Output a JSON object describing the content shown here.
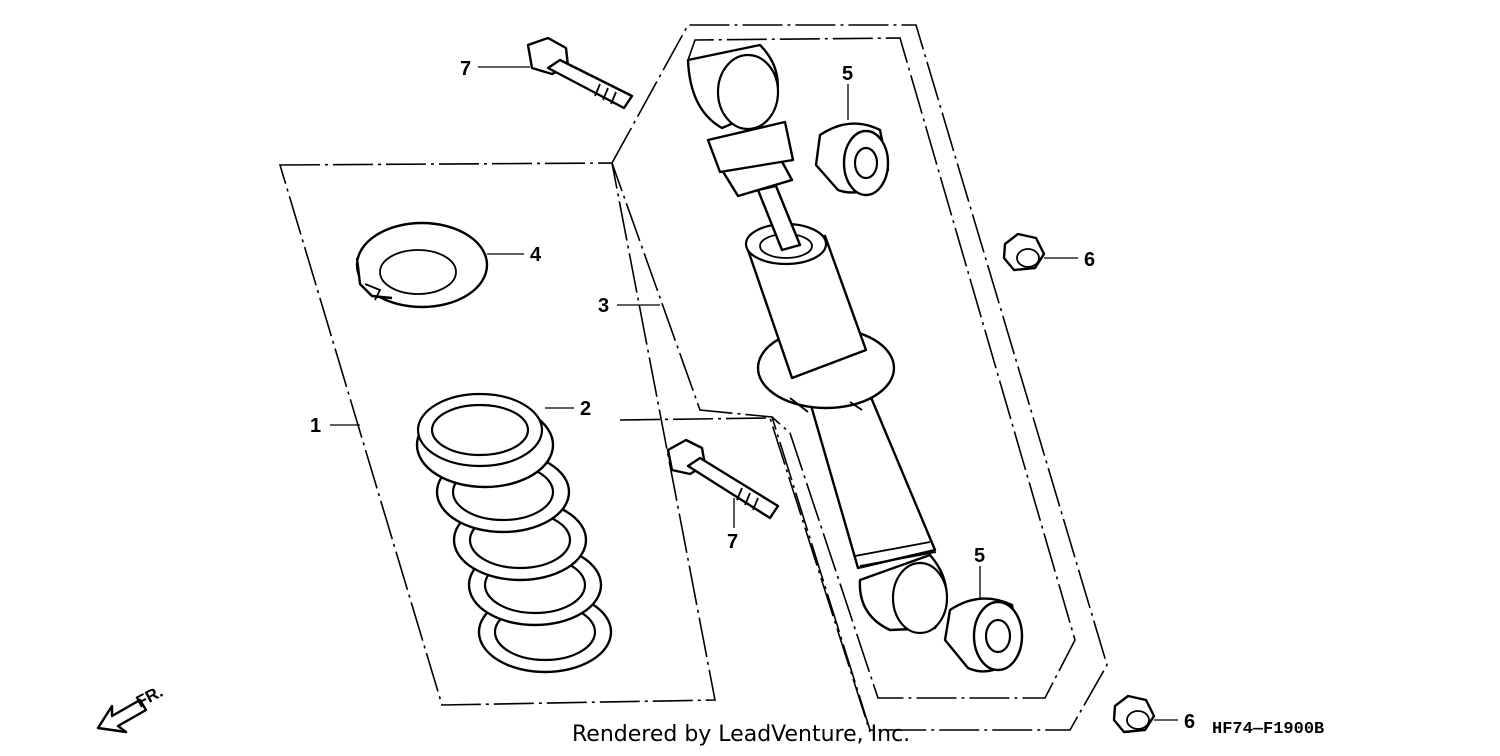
{
  "diagram": {
    "callouts": [
      "1",
      "2",
      "3",
      "4",
      "5",
      "5",
      "6",
      "6",
      "7",
      "7"
    ],
    "direction_label": "FR.",
    "credit": "Rendered by LeadVenture, Inc.",
    "diagram_code": "HF74—F1900B"
  }
}
